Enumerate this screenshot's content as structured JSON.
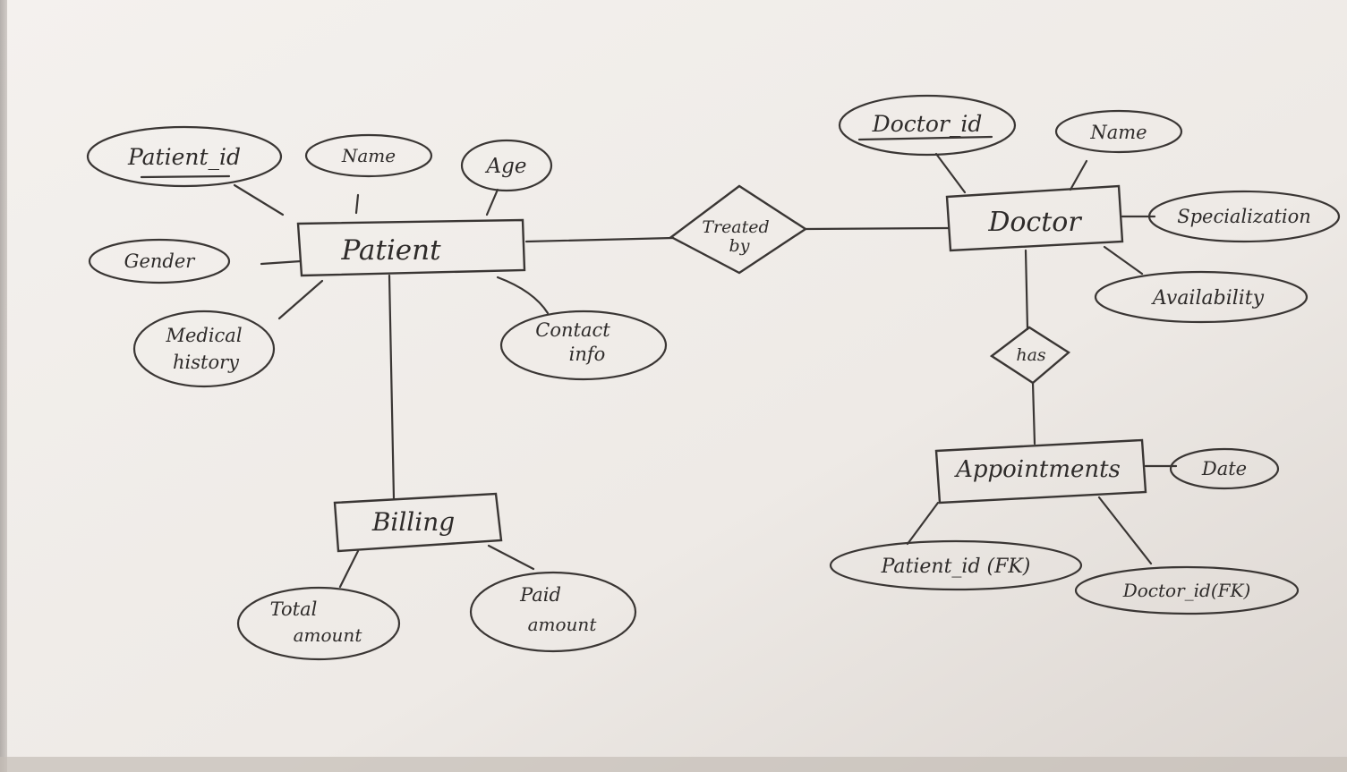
{
  "diagram": {
    "entities": {
      "patient": "Patient",
      "doctor": "Doctor",
      "billing": "Billing",
      "appointments": "Appointments"
    },
    "relationships": {
      "treated_by": [
        "Treated",
        "by"
      ],
      "has": "has"
    },
    "attributes": {
      "patient_id": "Patient_id",
      "patient_name": "Name",
      "age": "Age",
      "gender": "Gender",
      "medical_history": [
        "Medical",
        "history"
      ],
      "contact_info": [
        "Contact",
        "info"
      ],
      "doctor_id": "Doctor_id",
      "doctor_name": "Name",
      "specialization": "Specialization",
      "availability": "Availability",
      "date": "Date",
      "appt_patient_id": "Patient_id (FK)",
      "appt_doctor_id": "Doctor_id(FK)",
      "total_amount": [
        "Total",
        "amount"
      ],
      "paid_amount": [
        "Paid",
        "amount"
      ]
    },
    "colors": {
      "paper": "#f1eeeb",
      "ink": "#3a3634",
      "background": "#cfc9c4"
    }
  }
}
